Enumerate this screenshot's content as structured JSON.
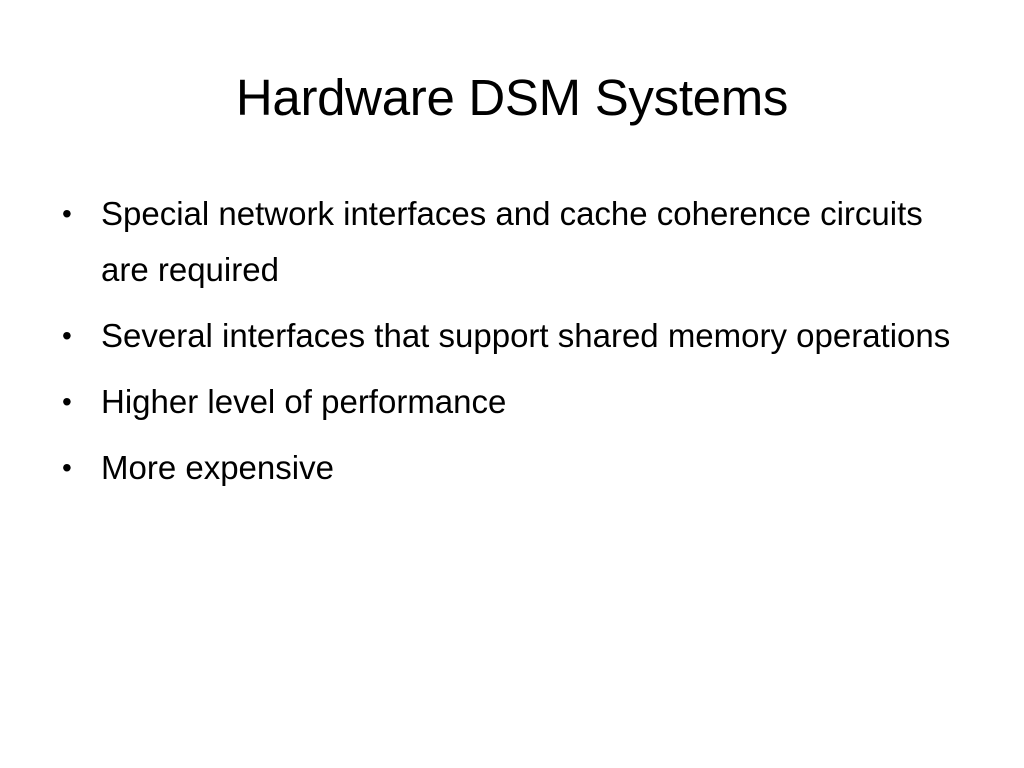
{
  "slide": {
    "title": "Hardware DSM Systems",
    "bullet_glyph": "•",
    "bullets": [
      "Special network interfaces and cache coherence circuits are required",
      "Several interfaces that support shared memory operations",
      "Higher level of performance",
      "More expensive"
    ]
  }
}
